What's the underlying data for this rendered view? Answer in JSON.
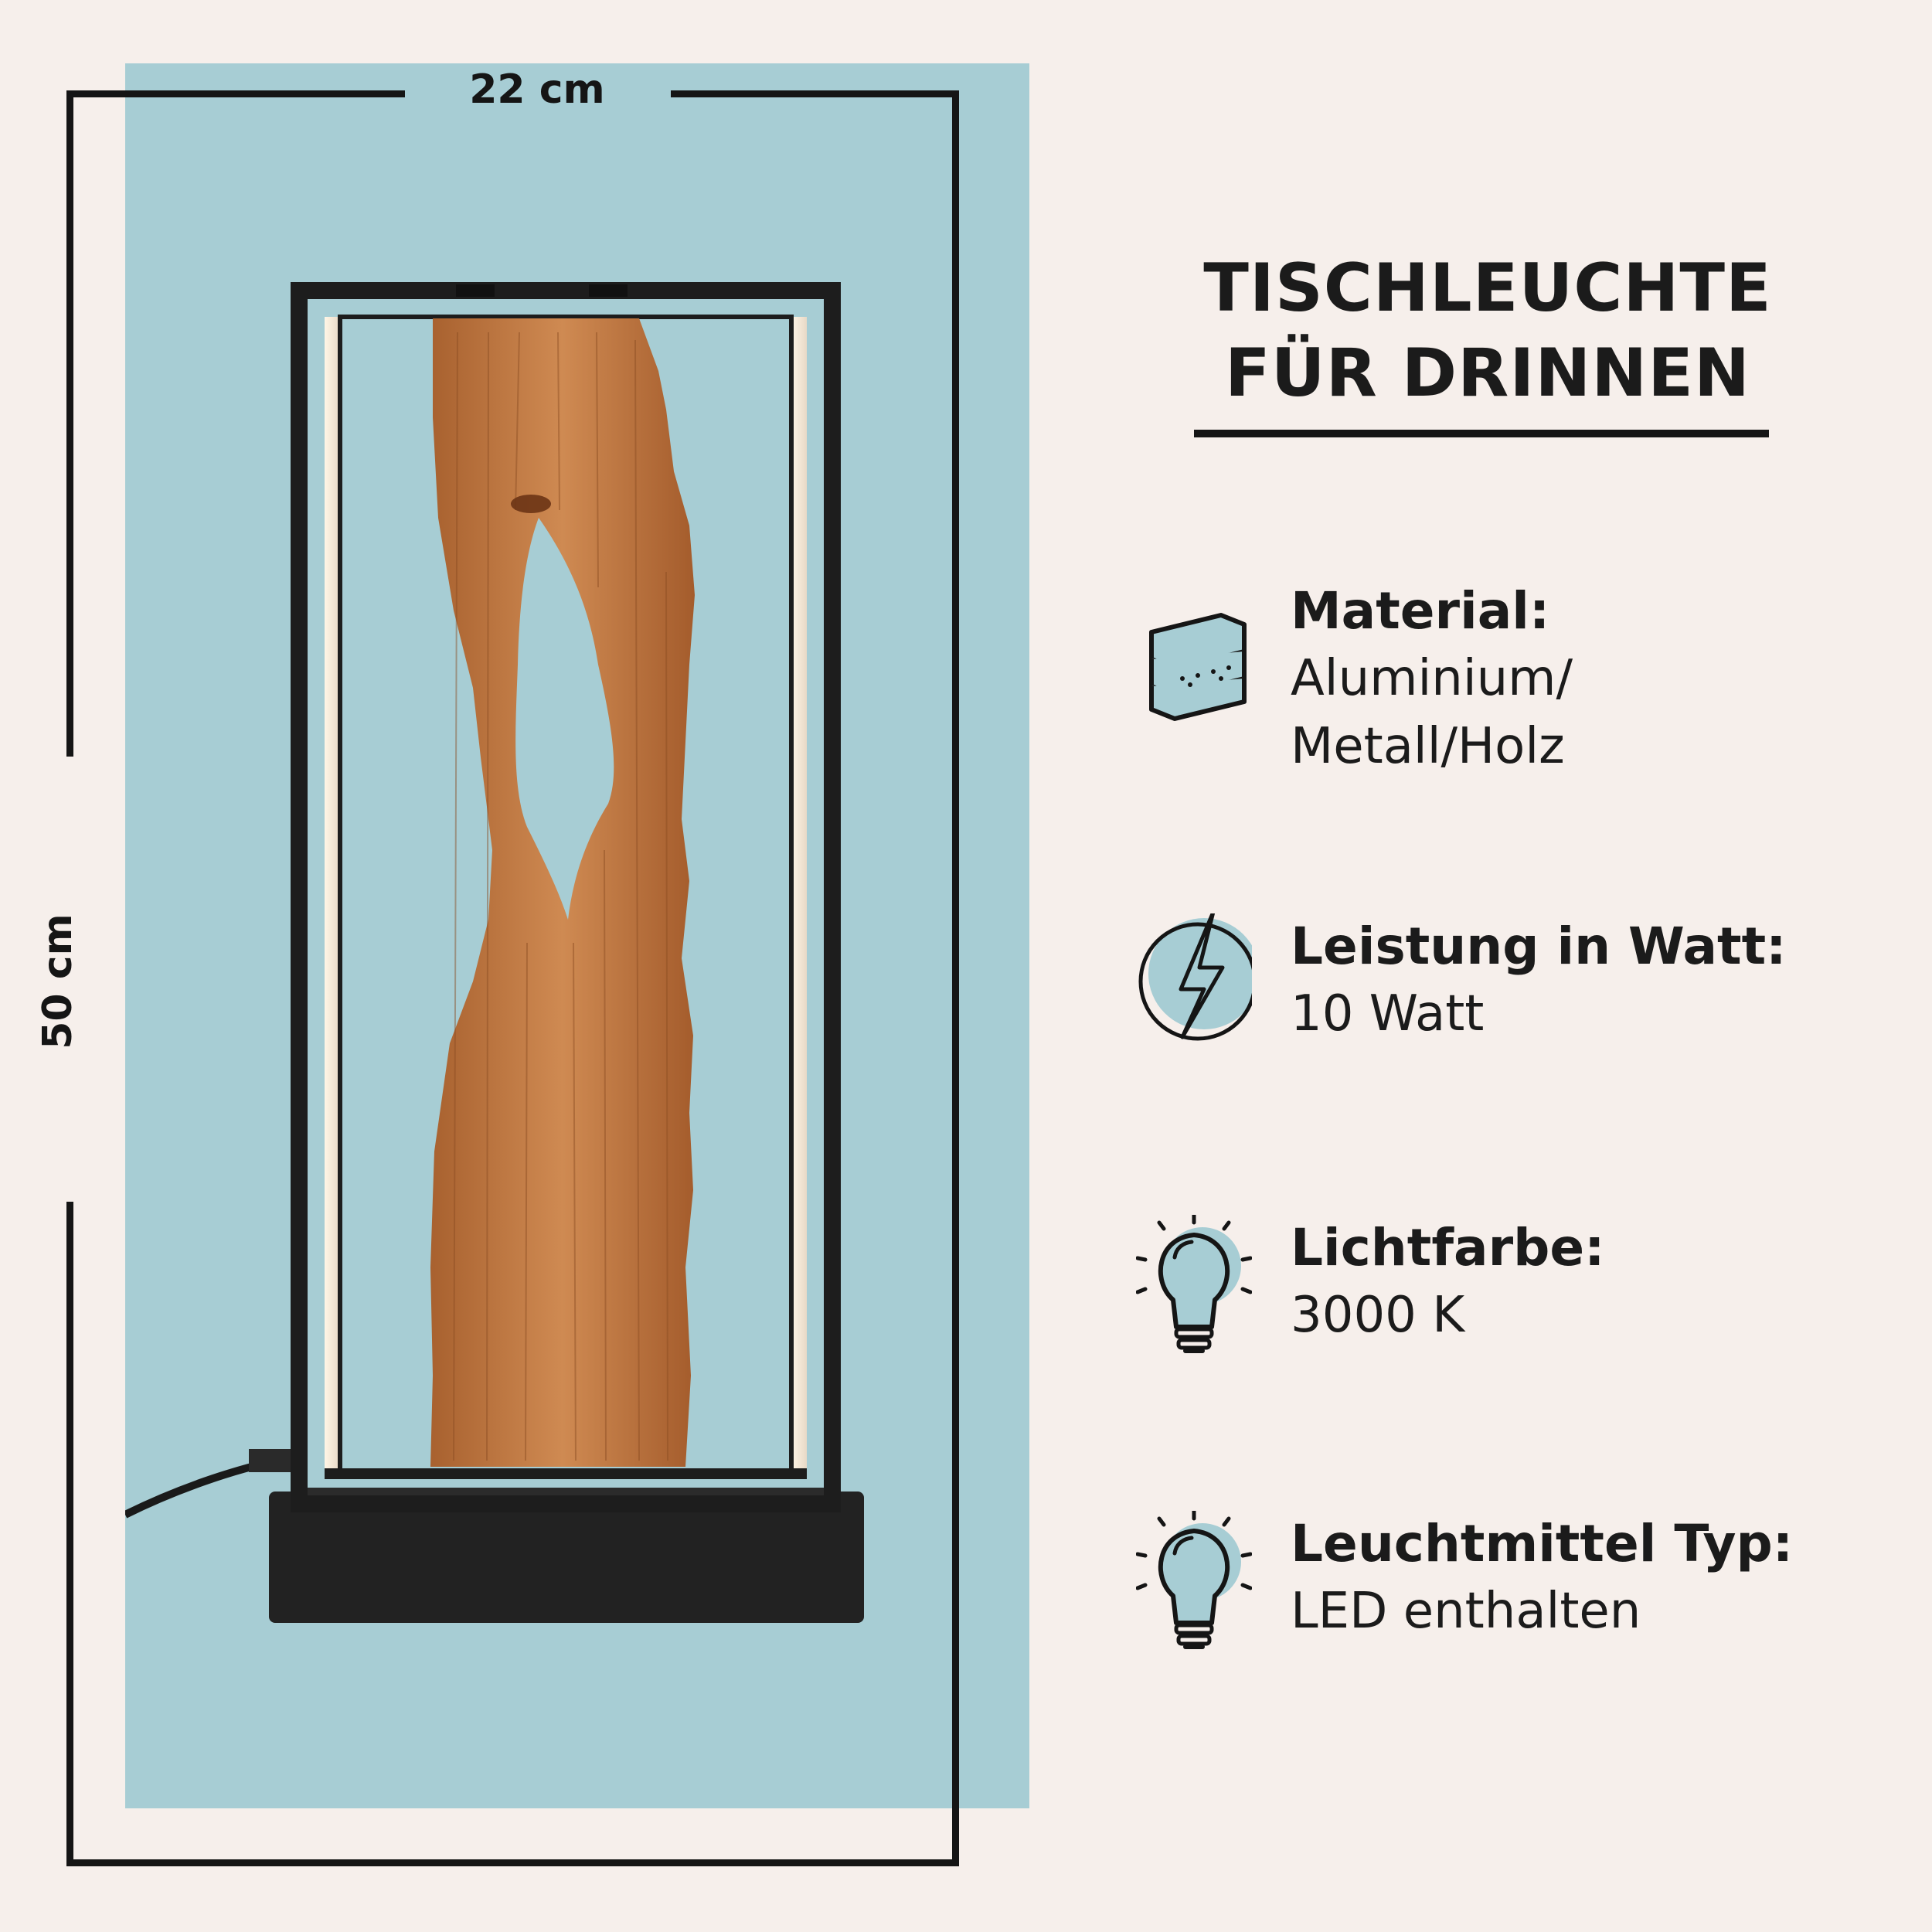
{
  "dimensions": {
    "width_label": "22 cm",
    "height_label": "50 cm"
  },
  "title": {
    "line1": "TISCHLEUCHTE",
    "line2": "FÜR DRINNEN"
  },
  "specs": [
    {
      "icon": "material-layers-icon",
      "label": "Material:",
      "value": "Aluminium/\nMetall/Holz"
    },
    {
      "icon": "lightning-bolt-icon",
      "label": "Leistung in Watt:",
      "value": "10 Watt"
    },
    {
      "icon": "light-bulb-icon",
      "label": "Lichtfarbe:",
      "value": "3000 K"
    },
    {
      "icon": "light-bulb-icon",
      "label": "Leuchtmittel Typ:",
      "value": "LED enthalten"
    }
  ],
  "colors": {
    "background": "#f6efeb",
    "panel": "#a7cdd4",
    "accent": "#a7cdd4",
    "ink": "#151515",
    "wood": "#c07a45"
  }
}
